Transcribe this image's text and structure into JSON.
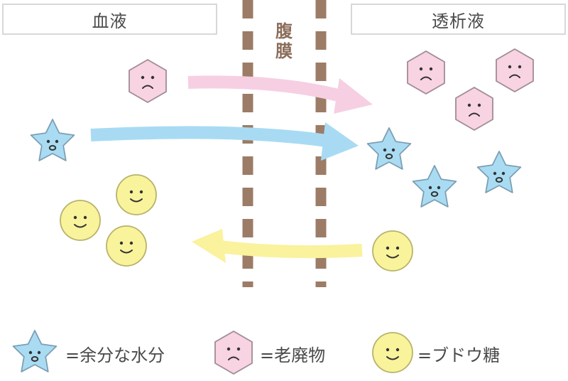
{
  "labels": {
    "blood": "血液",
    "dialysate": "透析液",
    "membrane_line1": "腹",
    "membrane_line2": "膜"
  },
  "legend": {
    "water": "=余分な水分",
    "waste": "=老廃物",
    "glucose": "=ブドウ糖"
  },
  "colors": {
    "membrane": "#9c7c66",
    "star_fill": "#a9dcf3",
    "star_stroke": "#7c9fb3",
    "hexagon_fill": "#f8d3e2",
    "hexagon_stroke": "#a18b96",
    "circle_fill": "#f9f39c",
    "circle_stroke": "#b8b36a",
    "arrow_waste": "#f6cfe3",
    "arrow_water": "#a8dbf3",
    "arrow_glucose": "#faf29c",
    "face": "#333333"
  },
  "icons": {
    "water": "star-face-icon",
    "waste": "hexagon-sad-face-icon",
    "glucose": "circle-smile-face-icon"
  },
  "flows": [
    {
      "substance": "waste",
      "direction": "blood-to-dialysate"
    },
    {
      "substance": "water",
      "direction": "blood-to-dialysate"
    },
    {
      "substance": "glucose",
      "direction": "dialysate-to-blood"
    }
  ]
}
